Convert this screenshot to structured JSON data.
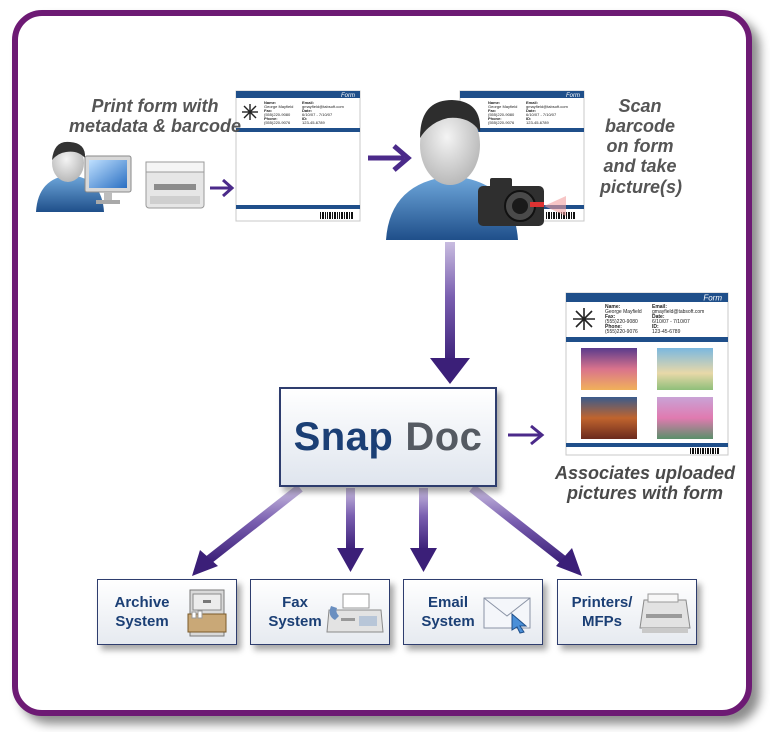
{
  "captions": {
    "print_form": [
      "Print form with",
      "metadata & barcode"
    ],
    "scan": [
      "Scan",
      "barcode",
      "on form",
      "and take",
      "picture(s)"
    ],
    "associates": [
      "Associates uploaded",
      "pictures with form"
    ]
  },
  "form": {
    "header": "Form",
    "name_label": "Name:",
    "name_value": "George Mayfield",
    "fax_label": "Fax:",
    "fax_value": "(555)220-9080",
    "phone_label": "Phone:",
    "phone_value": "(555)220-9076",
    "email_label": "Email:",
    "email_value": "gmayfield@tabsoft.com",
    "date_label": "Date:",
    "date_value": "6/10/07 - 7/10/07",
    "id_label": "ID:",
    "id_value": "123-45-6789"
  },
  "center": {
    "title_part1": "Snap",
    "title_part2": "Doc"
  },
  "destinations": {
    "archive": [
      "Archive",
      "System"
    ],
    "fax": [
      "Fax",
      "System"
    ],
    "email": [
      "Email",
      "System"
    ],
    "printers": [
      "Printers/",
      "MFPs"
    ]
  },
  "colors": {
    "frame": "#6d1a74",
    "arrow": "#4b2a8a",
    "form_band": "#1f4f8a",
    "title_blue": "#1b3f75",
    "title_gray": "#555a62"
  },
  "icons": [
    "user-icon",
    "monitor-icon",
    "printer-icon",
    "camera-icon",
    "cabinet-icon",
    "fax-icon",
    "envelope-icon",
    "laser-printer-icon"
  ]
}
